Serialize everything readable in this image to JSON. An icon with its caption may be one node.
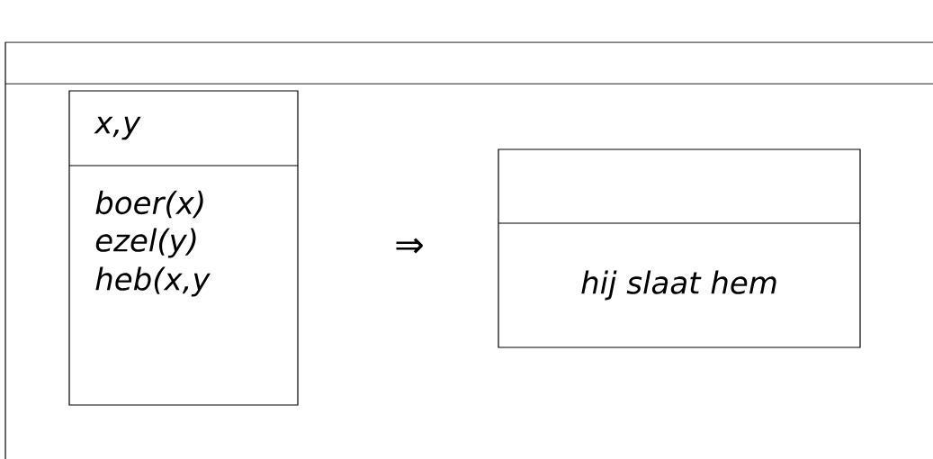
{
  "diagram": {
    "nodes": [
      {
        "text": [],
        "shape": "box"
      },
      {
        "text": [
          "x,y",
          "boer(x)",
          "ezel(y)",
          "heb(x,y"
        ],
        "in": 0
      },
      {
        "text": [
          "hij slaat hem"
        ],
        "in": 0
      }
    ],
    "labels": [
      "⇒"
    ]
  }
}
